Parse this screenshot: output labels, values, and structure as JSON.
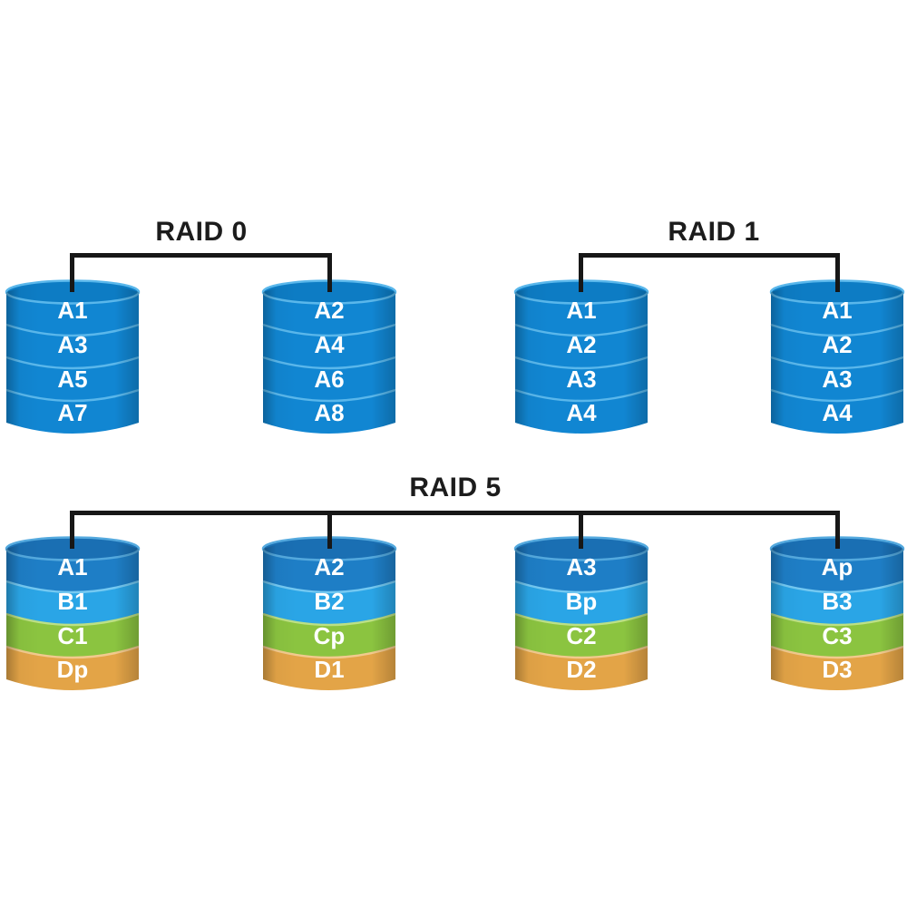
{
  "colors": {
    "background": "#ffffff",
    "connector": "#171717",
    "title_text": "#1c1c1c",
    "label_text": "#ffffff",
    "band_styles": {
      "plain": {
        "body": "#1186d2",
        "top": "#0d7cc4",
        "highlight": "#5ab7eb"
      },
      "a": {
        "body": "#1e7ec6",
        "top": "#1a6fb3",
        "highlight": "#54a9de"
      },
      "b": {
        "body": "#2aa5e6",
        "top": "#2aa5e6",
        "highlight": "#74c9f2"
      },
      "c": {
        "body": "#8bc440",
        "top": "#8bc440",
        "highlight": "#bce085"
      },
      "d": {
        "body": "#e3a447",
        "top": "#e3a447",
        "highlight": "#f2ca8e"
      }
    }
  },
  "groups": [
    {
      "id": "raid0",
      "label": "RAID 0",
      "disks": [
        {
          "segments": [
            {
              "label": "A1"
            },
            {
              "label": "A3"
            },
            {
              "label": "A5"
            },
            {
              "label": "A7"
            }
          ]
        },
        {
          "segments": [
            {
              "label": "A2"
            },
            {
              "label": "A4"
            },
            {
              "label": "A6"
            },
            {
              "label": "A8"
            }
          ]
        }
      ]
    },
    {
      "id": "raid1",
      "label": "RAID 1",
      "disks": [
        {
          "segments": [
            {
              "label": "A1"
            },
            {
              "label": "A2"
            },
            {
              "label": "A3"
            },
            {
              "label": "A4"
            }
          ]
        },
        {
          "segments": [
            {
              "label": "A1"
            },
            {
              "label": "A2"
            },
            {
              "label": "A3"
            },
            {
              "label": "A4"
            }
          ]
        }
      ]
    },
    {
      "id": "raid5",
      "label": "RAID 5",
      "disks": [
        {
          "segments": [
            {
              "label": "A1"
            },
            {
              "label": "B1"
            },
            {
              "label": "C1"
            },
            {
              "label": "Dp"
            }
          ]
        },
        {
          "segments": [
            {
              "label": "A2"
            },
            {
              "label": "B2"
            },
            {
              "label": "Cp"
            },
            {
              "label": "D1"
            }
          ]
        },
        {
          "segments": [
            {
              "label": "A3"
            },
            {
              "label": "Bp"
            },
            {
              "label": "C2"
            },
            {
              "label": "D2"
            }
          ]
        },
        {
          "segments": [
            {
              "label": "Ap"
            },
            {
              "label": "B3"
            },
            {
              "label": "C3"
            },
            {
              "label": "D3"
            }
          ]
        }
      ]
    }
  ]
}
